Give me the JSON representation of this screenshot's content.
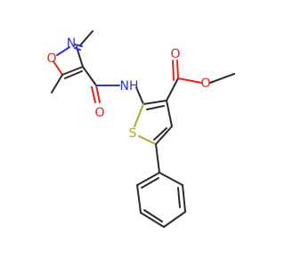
{
  "molecule": {
    "atoms": {
      "O_isoxazole": "O",
      "N_isoxazole": "N",
      "O_amide": "O",
      "N_amide": "NH",
      "O_carbonyl_ester": "O",
      "O_ester": "O",
      "S_thiophene": "S"
    }
  },
  "colors": {
    "carbon_bond": "#2b2b2b",
    "oxygen": "#e0261b",
    "nitrogen": "#2a36d6",
    "sulfur": "#b3a42a"
  }
}
